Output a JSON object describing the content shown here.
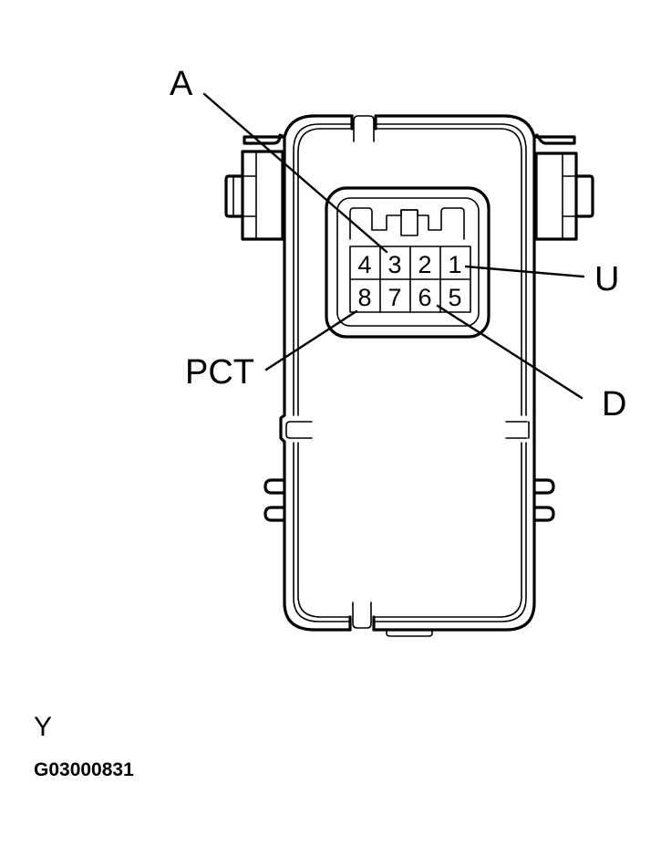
{
  "diagram": {
    "type": "connector-pinout",
    "connector": {
      "pin_rows": [
        [
          "4",
          "3",
          "2",
          "1"
        ],
        [
          "8",
          "7",
          "6",
          "5"
        ]
      ]
    },
    "callouts": {
      "a": {
        "label": "A",
        "pin": "3"
      },
      "u": {
        "label": "U",
        "pin": "1"
      },
      "pct": {
        "label": "PCT",
        "pin": "8"
      },
      "d": {
        "label": "D",
        "pin": "6"
      }
    },
    "view_label": "Y",
    "figure_code": "G03000831"
  }
}
